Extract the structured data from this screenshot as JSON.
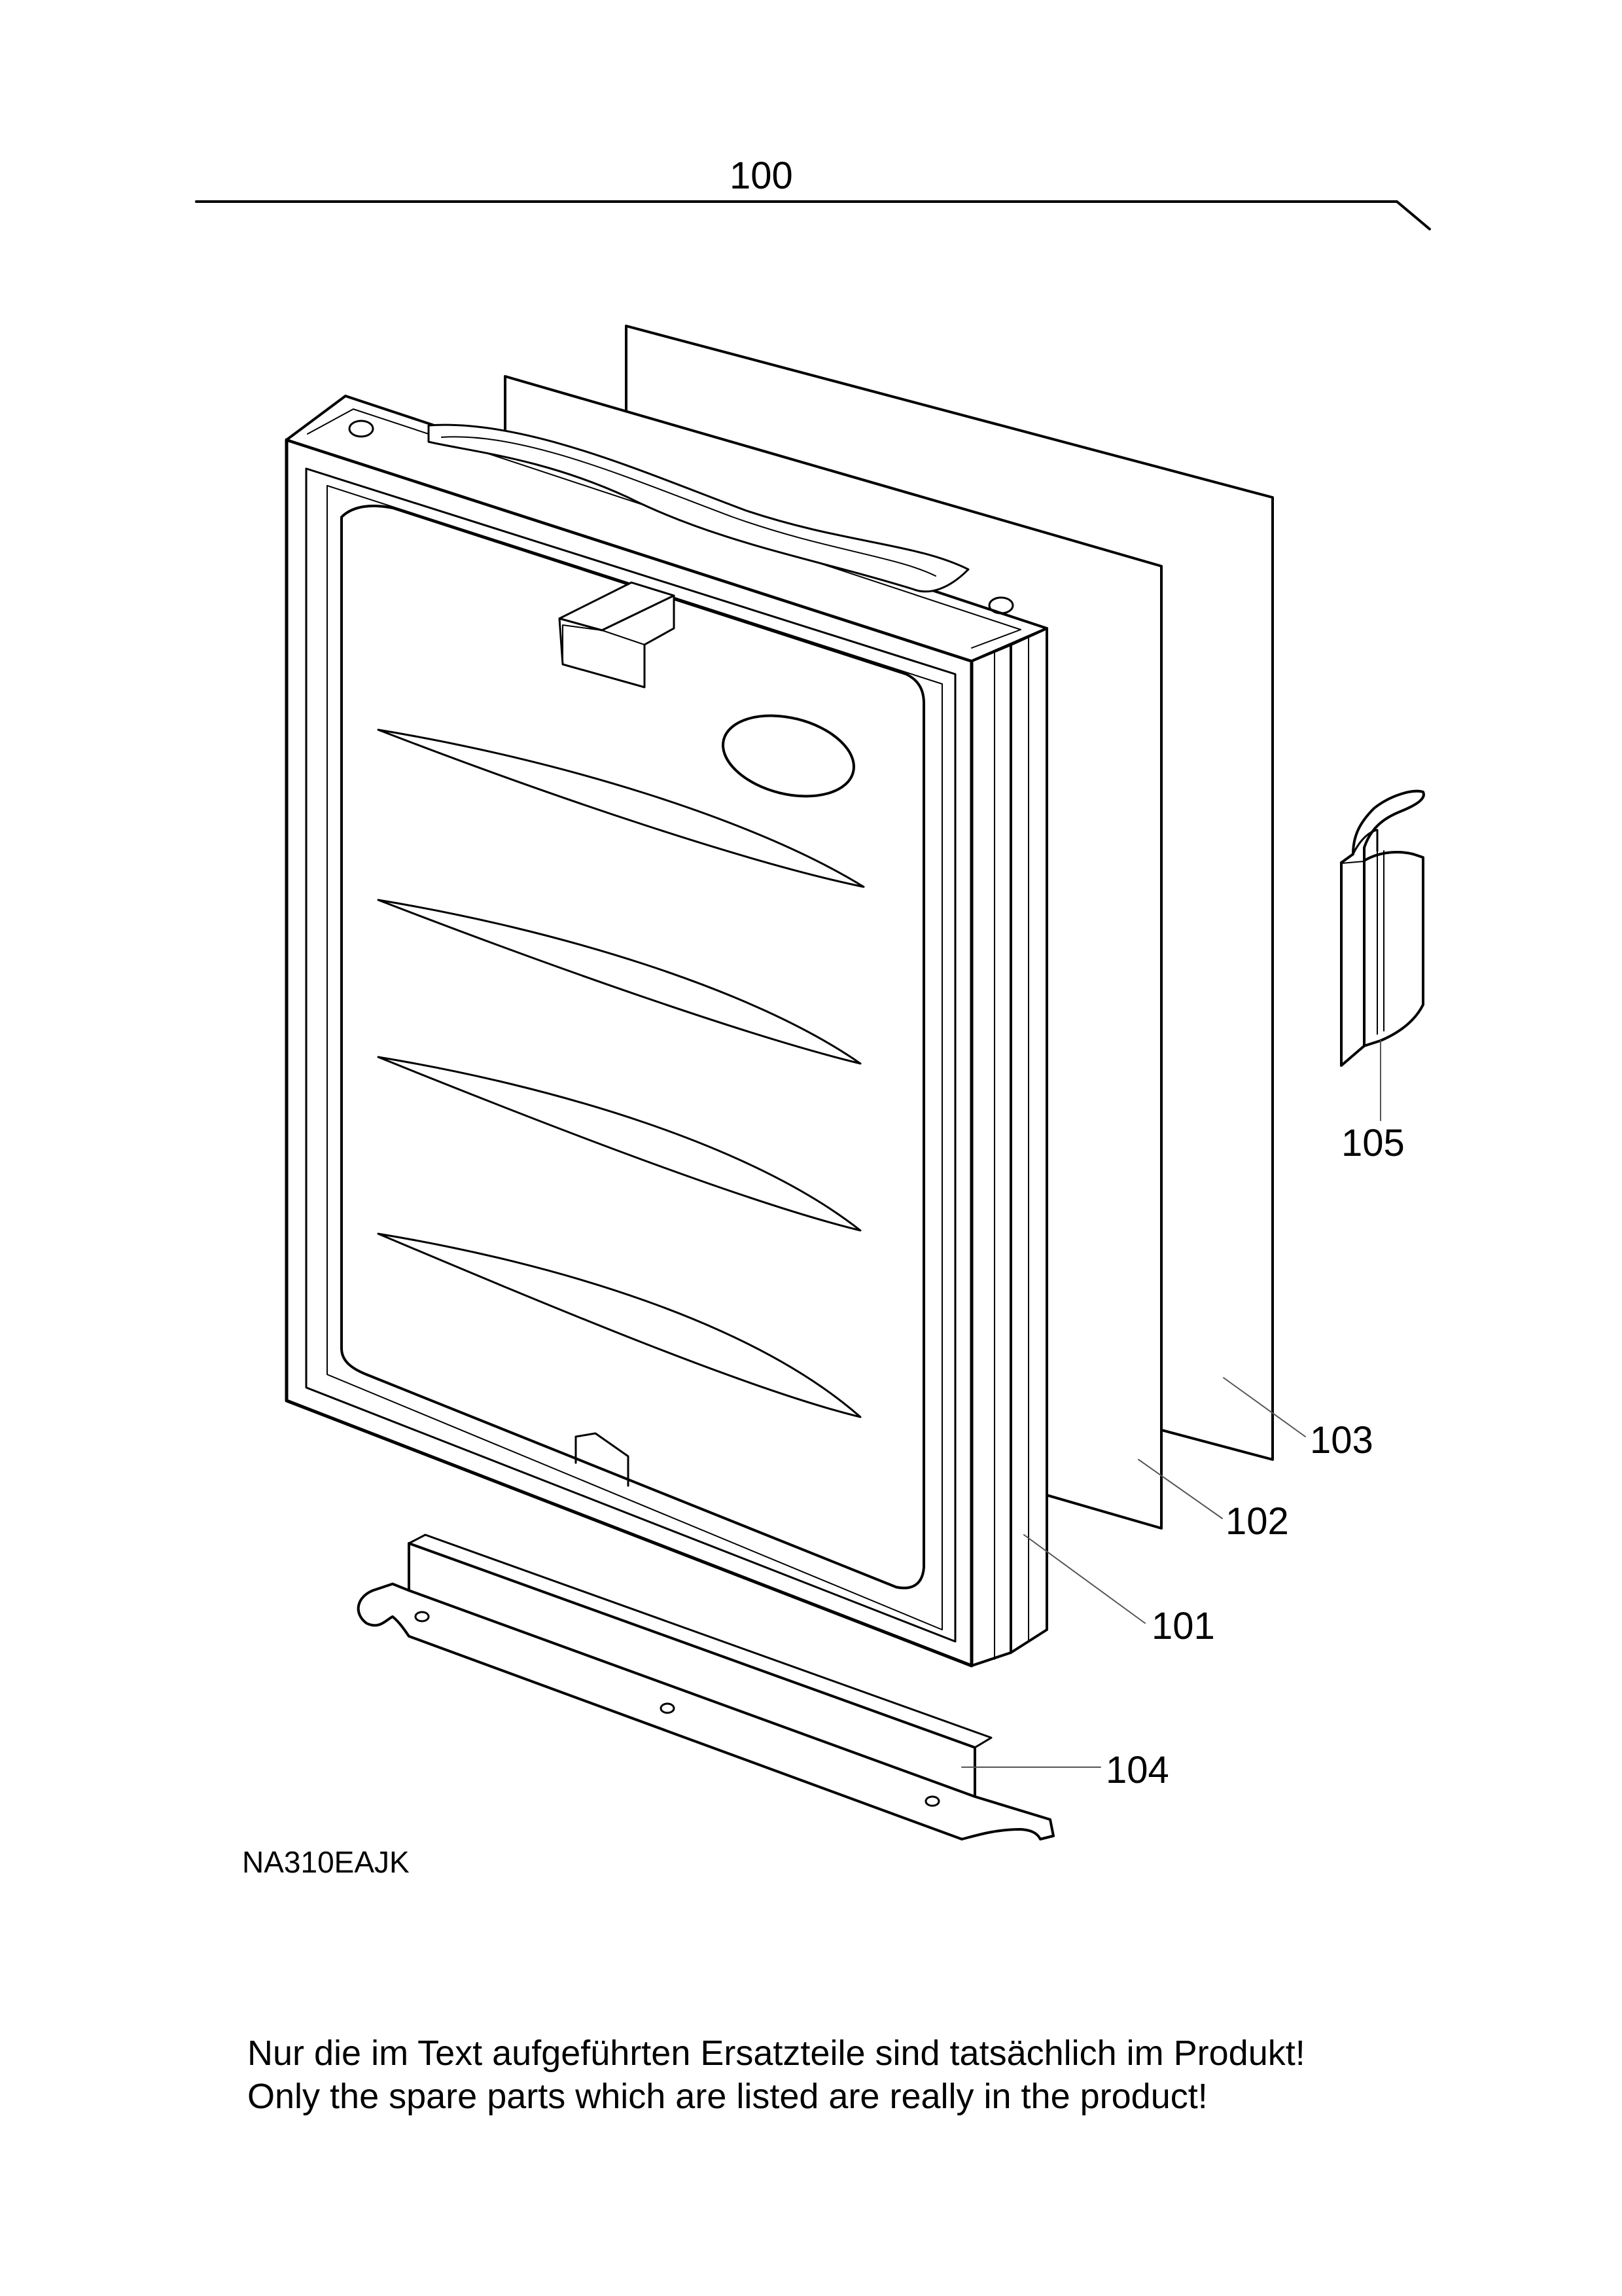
{
  "title": "100",
  "drawing_code": "NA310EAJK",
  "parts": [
    {
      "id": "door-frame",
      "number": "101"
    },
    {
      "id": "insulation-panel",
      "number": "102"
    },
    {
      "id": "back-panel",
      "number": "103"
    },
    {
      "id": "bottom-rail",
      "number": "104"
    },
    {
      "id": "handle",
      "number": "105"
    }
  ],
  "notes": {
    "german": "Nur die im Text aufgeführten Ersatzteile sind tatsächlich im Produkt!",
    "english": "Only the spare parts which are listed are really in the product!"
  },
  "colors": {
    "line": "#000000",
    "background": "#ffffff",
    "leader": "#555555"
  }
}
